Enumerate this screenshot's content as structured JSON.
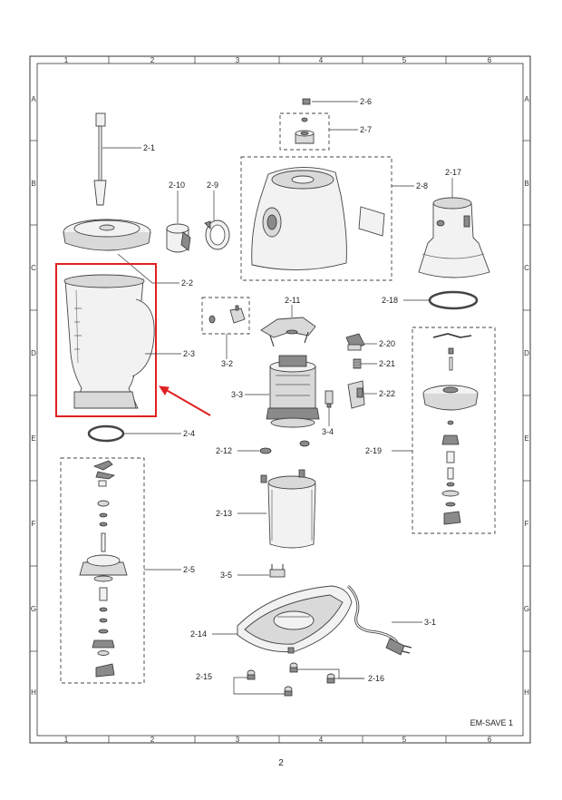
{
  "grid": {
    "columns": [
      "1",
      "2",
      "3",
      "4",
      "5",
      "6"
    ],
    "rows": [
      "A",
      "B",
      "C",
      "D",
      "E",
      "F",
      "G",
      "H"
    ]
  },
  "labels": {
    "p2_1": "2-1",
    "p2_2": "2-2",
    "p2_3": "2-3",
    "p2_4": "2-4",
    "p2_5": "2-5",
    "p2_6": "2-6",
    "p2_7": "2-7",
    "p2_8": "2-8",
    "p2_9": "2-9",
    "p2_10": "2-10",
    "p2_11": "2-11",
    "p2_12": "2-12",
    "p2_13": "2-13",
    "p2_14": "2-14",
    "p2_15": "2-15",
    "p2_16": "2-16",
    "p2_17": "2-17",
    "p2_18": "2-18",
    "p2_19": "2-19",
    "p2_20": "2-20",
    "p2_21": "2-21",
    "p2_22": "2-22",
    "p3_1": "3-1",
    "p3_2": "3-2",
    "p3_3": "3-3",
    "p3_4": "3-4",
    "p3_5": "3-5"
  },
  "model": "EM-SAVE 1",
  "page_number": "2",
  "highlight": {
    "part": "2-3",
    "color": "#e02020"
  }
}
